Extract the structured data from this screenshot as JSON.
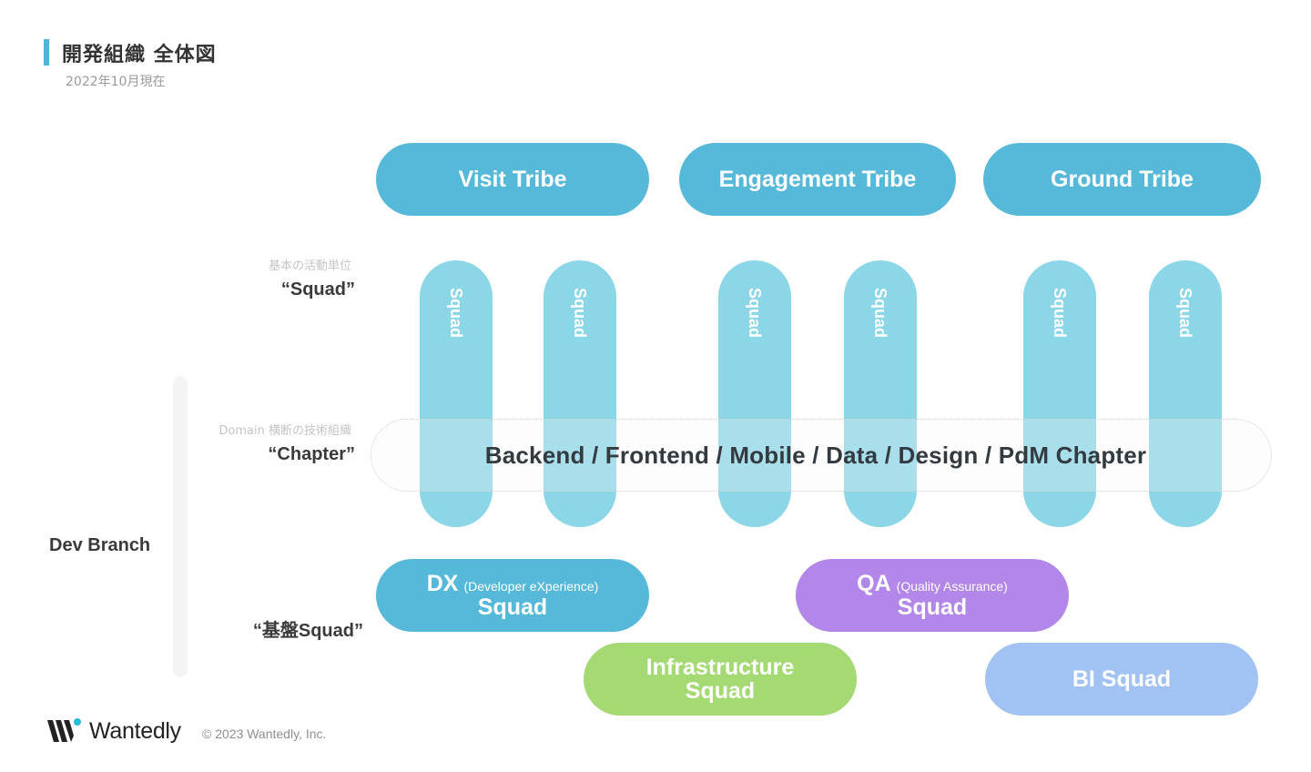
{
  "header": {
    "title": "開発組織 全体図",
    "subtitle": "2022年10月現在",
    "accent_color": "#4fb4d9"
  },
  "side_labels": {
    "squad_caption": "基本の活動単位",
    "squad_term": "“Squad”",
    "chapter_caption": "Domain 横断の技術組織",
    "chapter_term": "“Chapter”",
    "dev_branch": "Dev Branch",
    "base_squad_term": "“基盤Squad”"
  },
  "tribes": [
    {
      "label": "Visit Tribe",
      "color": "#56b9d9"
    },
    {
      "label": "Engagement Tribe",
      "color": "#56b9d9"
    },
    {
      "label": "Ground Tribe",
      "color": "#56b9d9"
    }
  ],
  "squads": [
    {
      "label": "Squad",
      "tribe": "Visit Tribe"
    },
    {
      "label": "Squad",
      "tribe": "Visit Tribe"
    },
    {
      "label": "Squad",
      "tribe": "Engagement Tribe"
    },
    {
      "label": "Squad",
      "tribe": "Engagement Tribe"
    },
    {
      "label": "Squad",
      "tribe": "Ground Tribe"
    },
    {
      "label": "Squad",
      "tribe": "Ground Tribe"
    }
  ],
  "squad_color": "#8bd6e7",
  "chapter": {
    "label": "Backend / Frontend / Mobile / Data / Design / PdM Chapter"
  },
  "base_squads": {
    "dx": {
      "acronym": "DX",
      "full": "(Developer eXperience)",
      "suffix": "Squad",
      "color": "#56b9d9"
    },
    "qa": {
      "acronym": "QA",
      "full": "(Quality Assurance)",
      "suffix": "Squad",
      "color": "#b287e9"
    },
    "infra": {
      "line1": "Infrastructure",
      "line2": "Squad",
      "color": "#a5d974"
    },
    "bi": {
      "label": "BI Squad",
      "color": "#a1c2f2"
    }
  },
  "footer": {
    "logo_text": "Wantedly",
    "copyright": "© 2023 Wantedly, Inc."
  }
}
